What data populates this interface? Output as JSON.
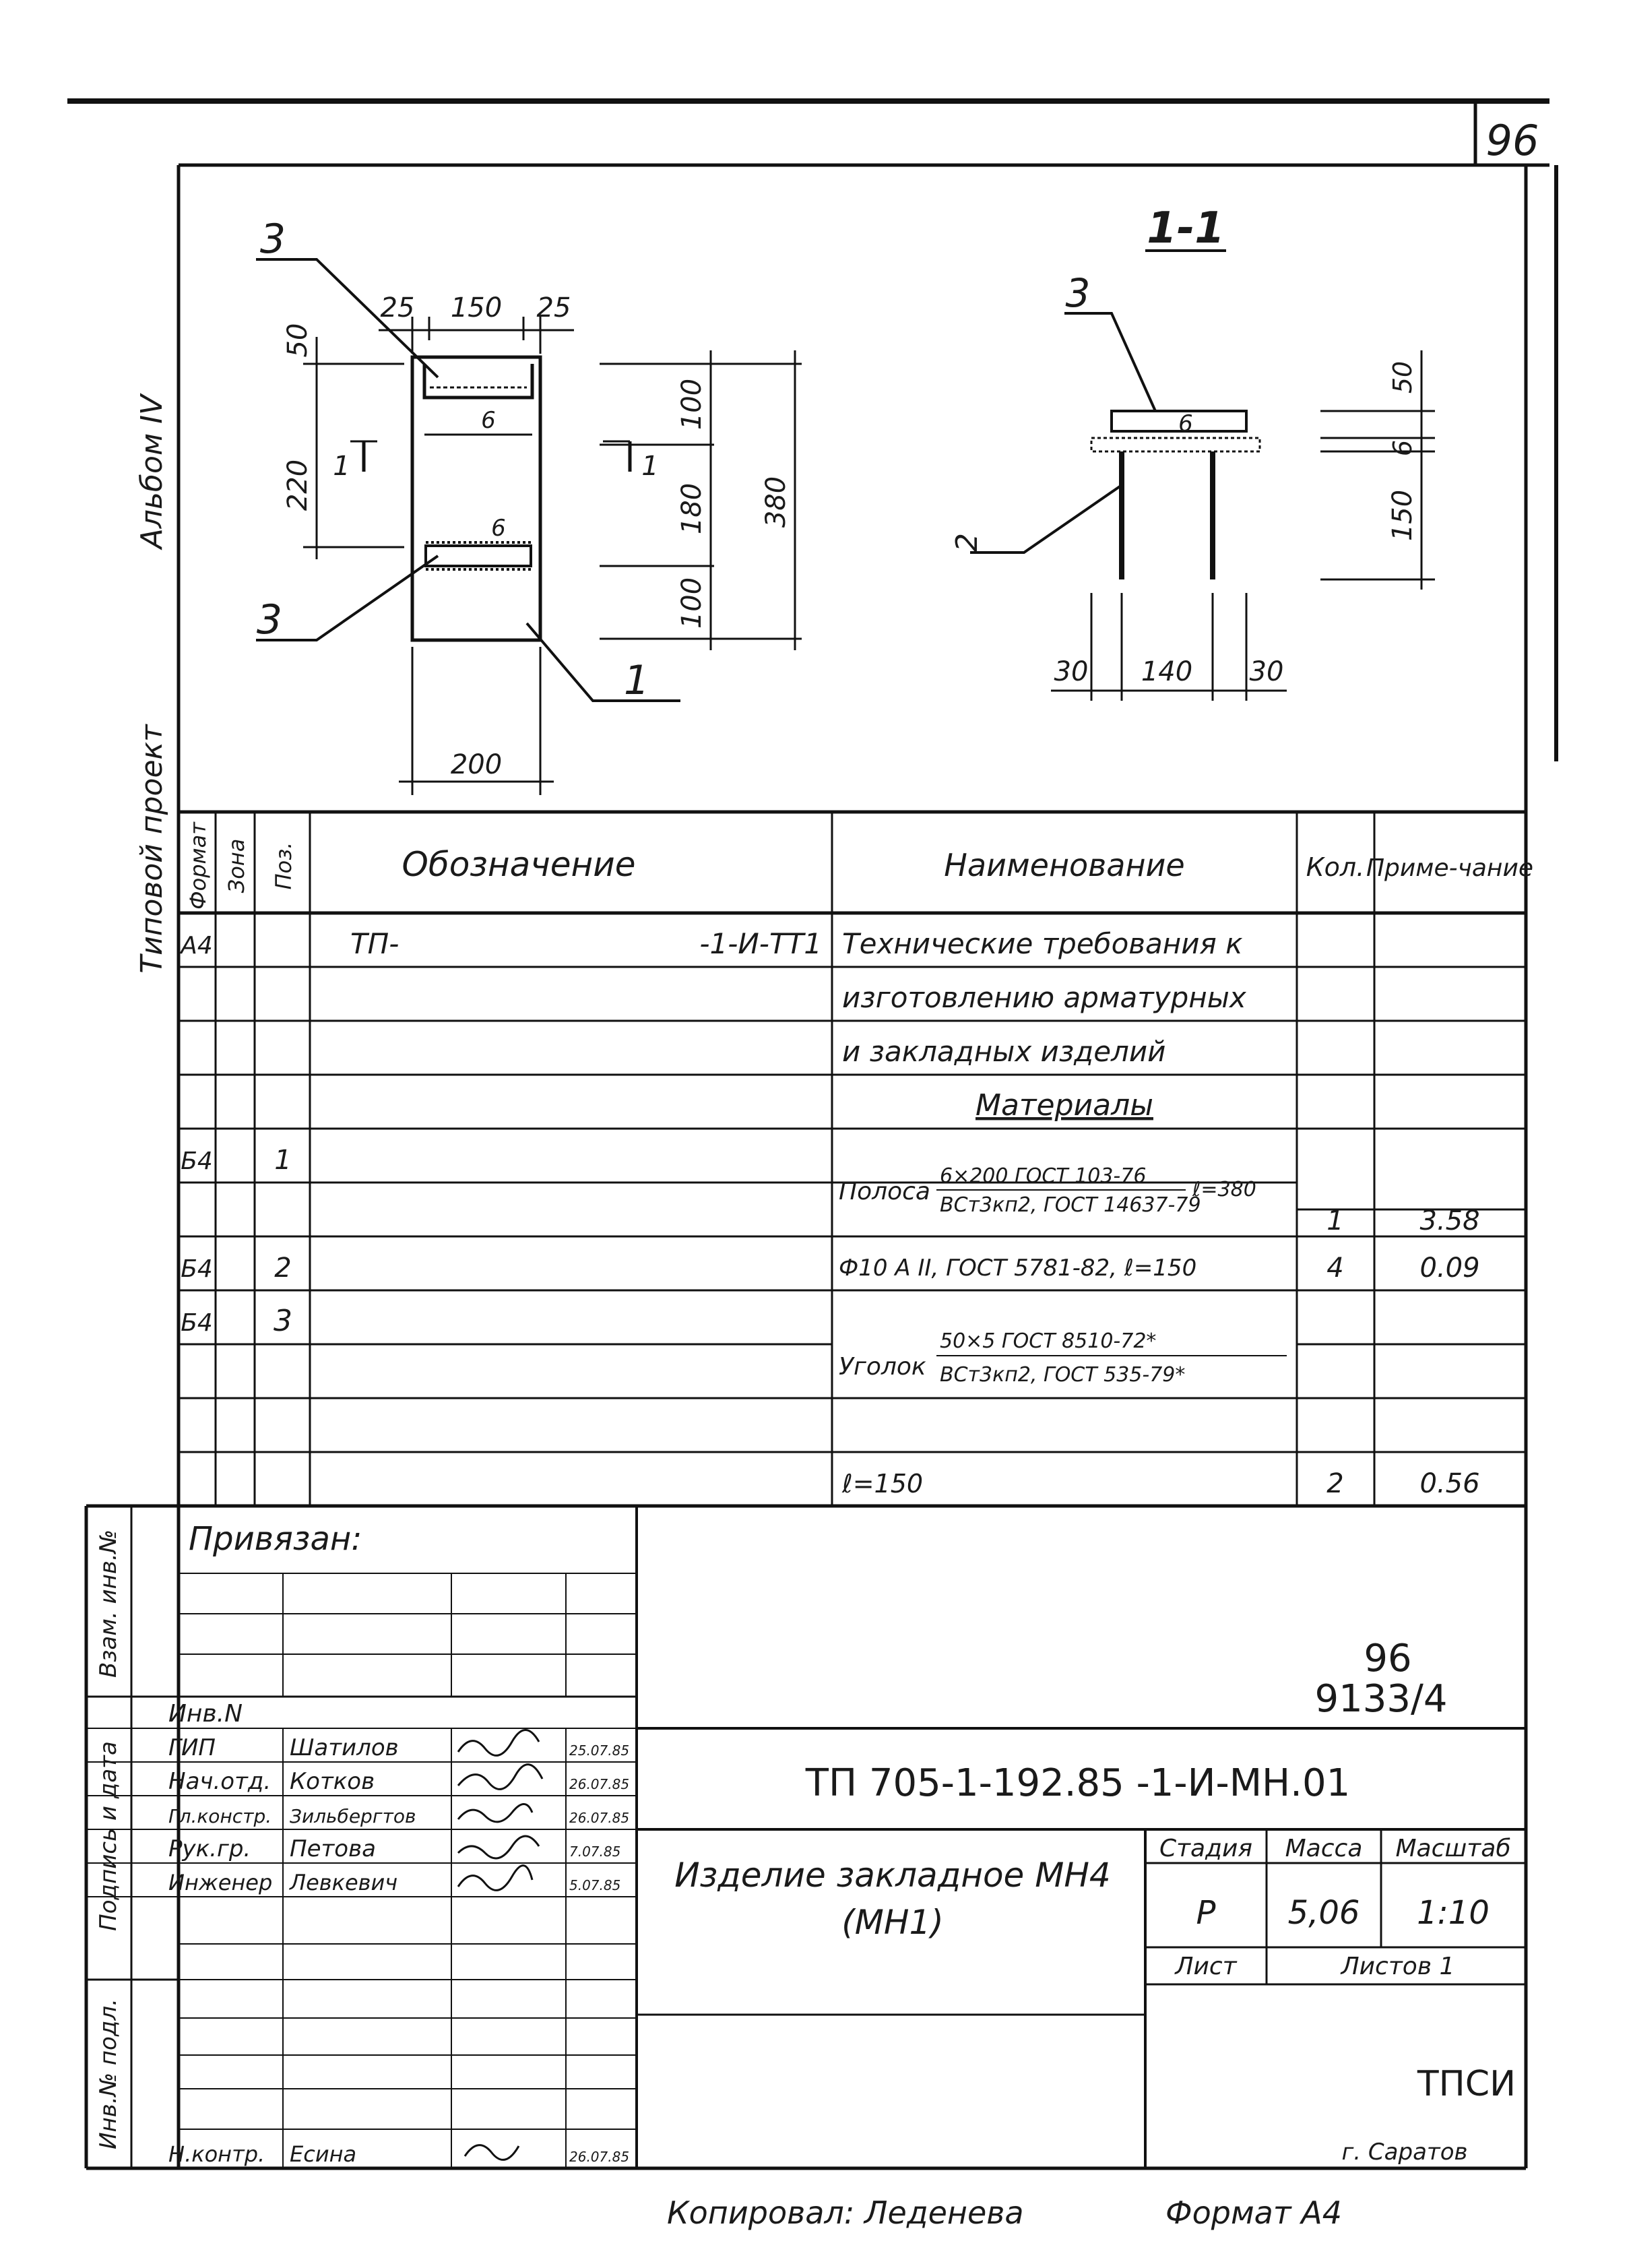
{
  "sheet_number_corner": "96",
  "side_labels": {
    "album": "Альбом IV",
    "project": "Типовой проект"
  },
  "drawing": {
    "pos3_top": "3",
    "pos3_bottom": "3",
    "pos1": "1",
    "pos2": "2",
    "pos3_section": "3",
    "section_title": "1-1",
    "dims": {
      "d25a": "25",
      "d150": "150",
      "d25b": "25",
      "d50": "50",
      "d220": "220",
      "d100top": "100",
      "d180": "180",
      "d380": "380",
      "d100bot": "100",
      "d6a": "6",
      "d6b": "6",
      "d200": "200",
      "cut1a": "1",
      "cut1b": "1",
      "s30a": "30",
      "s140": "140",
      "s30b": "30",
      "s50": "50",
      "s6": "6",
      "s150": "150",
      "s6weld": "6"
    }
  },
  "spec_table": {
    "headers": {
      "format": "Формат",
      "zone": "Зона",
      "pos": "Поз.",
      "designation": "Обозначение",
      "name": "Наименование",
      "qty": "Кол.",
      "note": "Приме-чание"
    },
    "rows": [
      {
        "format": "А4",
        "zone": "",
        "pos": "",
        "des_left": "ТП-",
        "des_right": "-1-И-ТТ1",
        "name": "Технические требования к",
        "qty": "",
        "note": ""
      },
      {
        "format": "",
        "zone": "",
        "pos": "",
        "des_left": "",
        "des_right": "",
        "name": "изготовлению арматурных",
        "qty": "",
        "note": ""
      },
      {
        "format": "",
        "zone": "",
        "pos": "",
        "des_left": "",
        "des_right": "",
        "name": "и закладных изделий",
        "qty": "",
        "note": ""
      },
      {
        "format": "",
        "zone": "",
        "pos": "",
        "des_left": "",
        "des_right": "",
        "name": "Материалы",
        "qty": "",
        "note": ""
      },
      {
        "format": "Б4",
        "zone": "",
        "pos": "1",
        "des_left": "",
        "des_right": "",
        "name": "",
        "qty": "",
        "note": ""
      },
      {
        "format": "",
        "zone": "",
        "pos": "",
        "des_left": "",
        "des_right": "",
        "name": "",
        "qty": "1",
        "note": "3.58"
      },
      {
        "format": "Б4",
        "zone": "",
        "pos": "2",
        "des_left": "",
        "des_right": "",
        "name": "Ф10 А II, ГОСТ 5781-82, ℓ=150",
        "qty": "4",
        "note": "0.09"
      },
      {
        "format": "Б4",
        "zone": "",
        "pos": "3",
        "des_left": "",
        "des_right": "",
        "name": "",
        "qty": "",
        "note": ""
      },
      {
        "format": "",
        "zone": "",
        "pos": "",
        "des_left": "",
        "des_right": "",
        "name": "",
        "qty": "",
        "note": ""
      },
      {
        "format": "",
        "zone": "",
        "pos": "",
        "des_left": "",
        "des_right": "",
        "name": "ℓ=150",
        "qty": "2",
        "note": "0.56"
      }
    ],
    "polosa": {
      "word": "Полоса",
      "top": "6×200 ГОСТ 103-76",
      "bottom": "ВСт3кп2, ГОСТ 14637-79",
      "len": "ℓ=380"
    },
    "ugolok": {
      "word": "Уголок",
      "top": "50×5 ГОСТ 8510-72*",
      "bottom": "ВСт3кп2, ГОСТ 535-79*"
    }
  },
  "title_block": {
    "privyazan": "Привязан:",
    "left_side_labels": {
      "vzam": "Взам. инв.№",
      "podpis": "Подпись и дата",
      "inv": "Инв.№ подл."
    },
    "inv_label": "Инв.N",
    "staff": [
      {
        "role": "ГИП",
        "name": "Шатилов",
        "date": "25.07.85"
      },
      {
        "role": "Нач.отд.",
        "name": "Котков",
        "date": "26.07.85"
      },
      {
        "role": "Гл.констр.",
        "name": "Зильбергтов",
        "date": "26.07.85"
      },
      {
        "role": "Рук.гр.",
        "name": "Петова",
        "date": "7.07.85"
      },
      {
        "role": "Инженер",
        "name": "Левкевич",
        "date": "5.07.85"
      }
    ],
    "nkontr": {
      "role": "Н.контр.",
      "name": "Есина",
      "date": "26.07.85"
    },
    "album_ref_top": "96",
    "album_ref_bottom": "9133/4",
    "doc_code": "ТП 705-1-192.85 -1-И-МН.01",
    "item_title_line1": "Изделие закладное МН4",
    "item_title_line2": "(МН1)",
    "stage_label": "Стадия",
    "mass_label": "Масса",
    "scale_label": "Масштаб",
    "stage": "Р",
    "mass": "5,06",
    "scale": "1:10",
    "sheet_label": "Лист",
    "sheets_label": "Листов 1",
    "org": "ТПСИ",
    "city": "г. Саратов"
  },
  "footer": {
    "copied": "Копировал: Леденева",
    "format": "Формат А4"
  }
}
